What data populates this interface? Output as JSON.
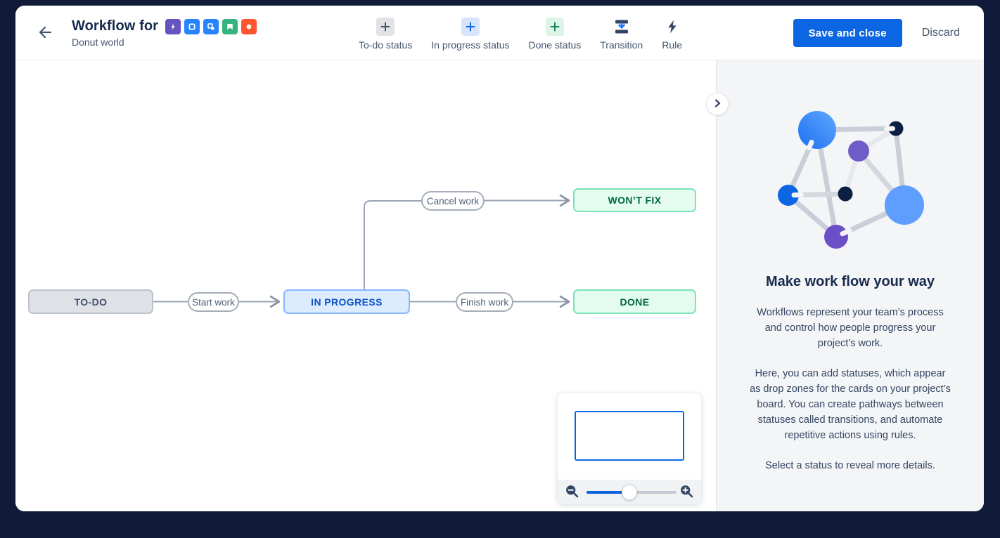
{
  "colors": {
    "frame_background": "#101B3A",
    "accent_blue": "#0C66E4",
    "todo_status_bg": "#DFE1E6",
    "todo_status_text": "#42526E",
    "inprogress_status_bg": "#DCEBFE",
    "inprogress_status_border": "#85B8FF",
    "inprogress_status_text": "#0C53C8",
    "done_status_bg": "#E3FCEF",
    "done_status_border": "#7EE2B8",
    "done_status_text": "#006644",
    "connector_gray": "#9AA4B4"
  },
  "header": {
    "title": "Workflow for",
    "subtitle": "Donut world",
    "issue_type_icons": [
      "bolt-issue-icon",
      "task-icon",
      "subtask-icon",
      "story-icon",
      "bug-icon"
    ],
    "toolbar": {
      "todo": "To-do status",
      "inprogress": "In progress status",
      "done": "Done status",
      "transition": "Transition",
      "rule": "Rule"
    },
    "save_button": "Save and close",
    "discard_button": "Discard"
  },
  "canvas": {
    "statuses": {
      "todo": "TO-DO",
      "inprogress": "IN PROGRESS",
      "done": "DONE",
      "wontfix": "WON’T FIX"
    },
    "transitions": {
      "start": "Start work",
      "finish": "Finish work",
      "cancel": "Cancel work"
    },
    "minimap": {
      "zoom_level_fraction": 0.5
    }
  },
  "sidebar": {
    "heading": "Make work flow your way",
    "paragraphs": {
      "p1": "Workflows represent your team’s process and control how people progress your project’s work.",
      "p2": "Here, you can add statuses, which appear as drop zones for the cards on your project’s board. You can create pathways between statuses called transitions, and automate repetitive actions using rules.",
      "p3": "Select a status to reveal more details."
    }
  }
}
